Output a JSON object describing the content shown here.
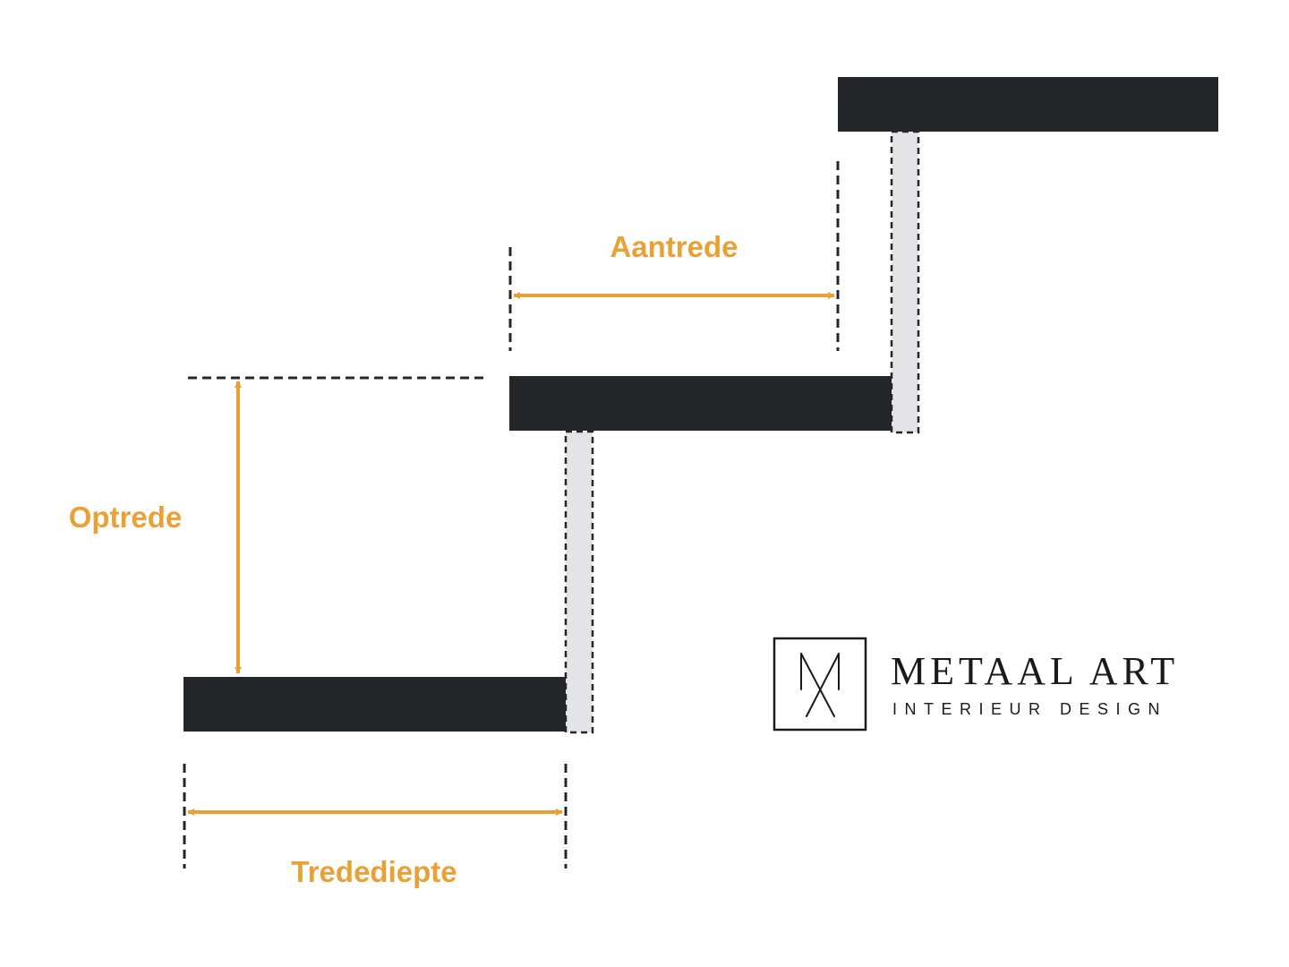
{
  "labels": {
    "aantrede": "Aantrede",
    "optrede": "Optrede",
    "tredediepte": "Tredediepte"
  },
  "brand": {
    "name": "METAAL ART",
    "tagline": "INTERIEUR DESIGN",
    "monogram": "MA"
  },
  "colors": {
    "accent": "#E9A136",
    "step": "#23272A",
    "riser": "#E4E3E6",
    "dash": "#23272A",
    "text_dark": "#1A1A1A"
  }
}
